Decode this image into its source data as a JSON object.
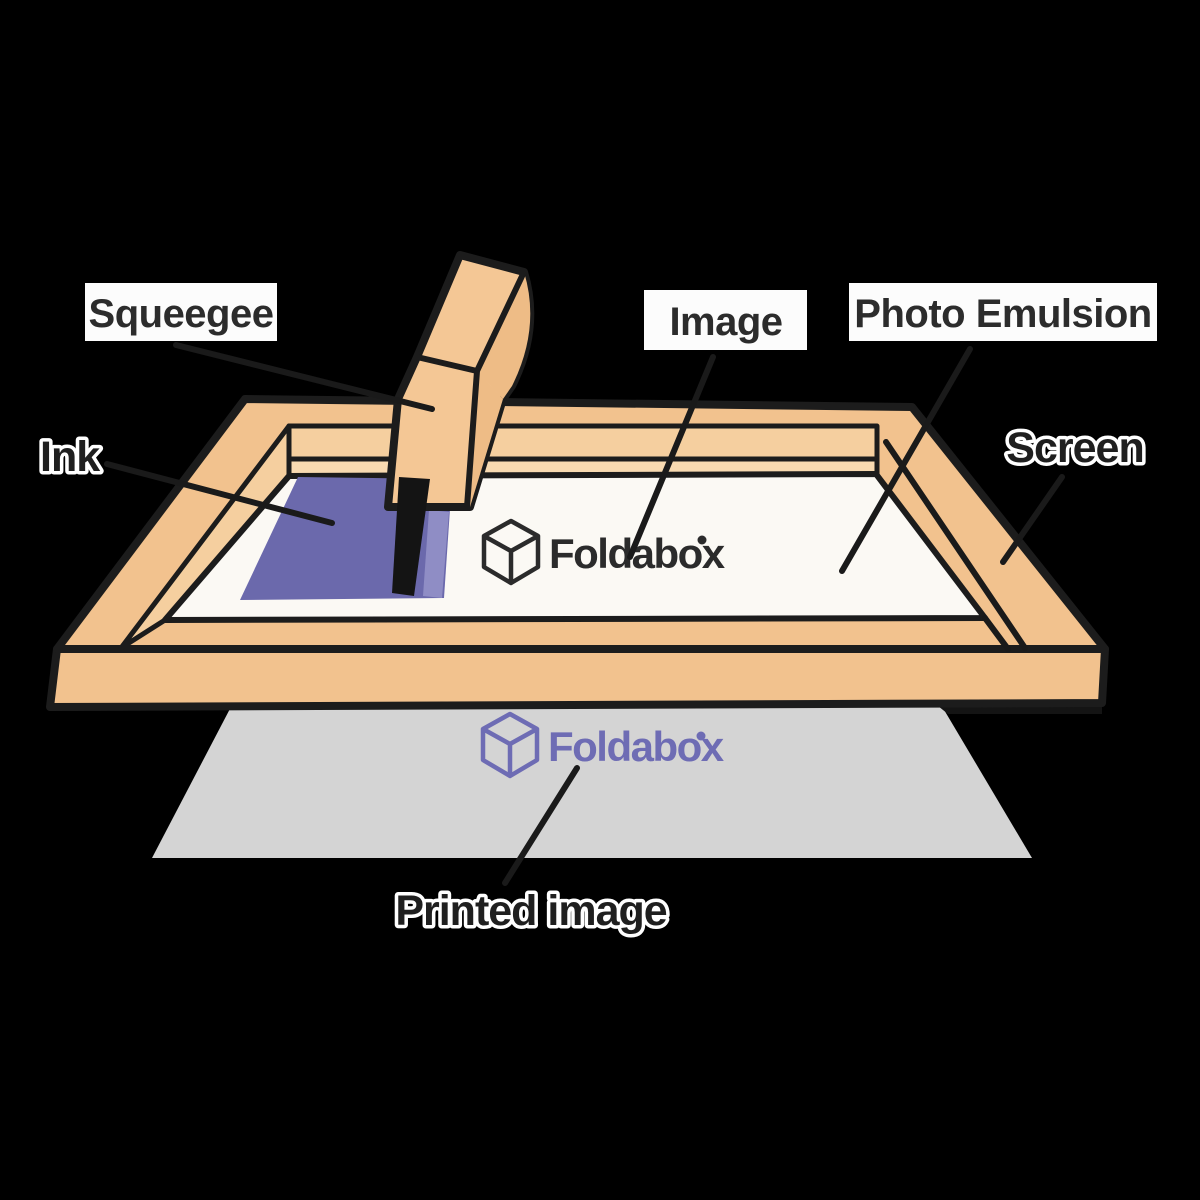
{
  "labels": {
    "squeegee": "Squeegee",
    "ink": "Ink",
    "image": "Image",
    "photo_emulsion": "Photo Emulsion",
    "screen": "Screen",
    "printed_image": "Printed image"
  },
  "logos": {
    "screen": {
      "text": "Foldabox",
      "color": "#2b2b2b"
    },
    "printed": {
      "text": "Foldabox",
      "color": "#6e6cb4"
    }
  },
  "colors": {
    "background": "#000000",
    "outline": "#1c1c1c",
    "frame_wood": "#f2c28e",
    "inner_wall_light": "#f5cf9f",
    "inner_wall_lighter": "#f8dab1",
    "screen_mesh": "#fbf9f4",
    "ink": "#6b69ac",
    "ink_streak": "#8f8dc5",
    "squeegee_wood": "#f4c795",
    "squeegee_side": "#eebc86",
    "blade": "#141414",
    "paper": "#d4d4d4",
    "label_box": "#fcfcfc",
    "label_text": "#2c2c2c"
  }
}
